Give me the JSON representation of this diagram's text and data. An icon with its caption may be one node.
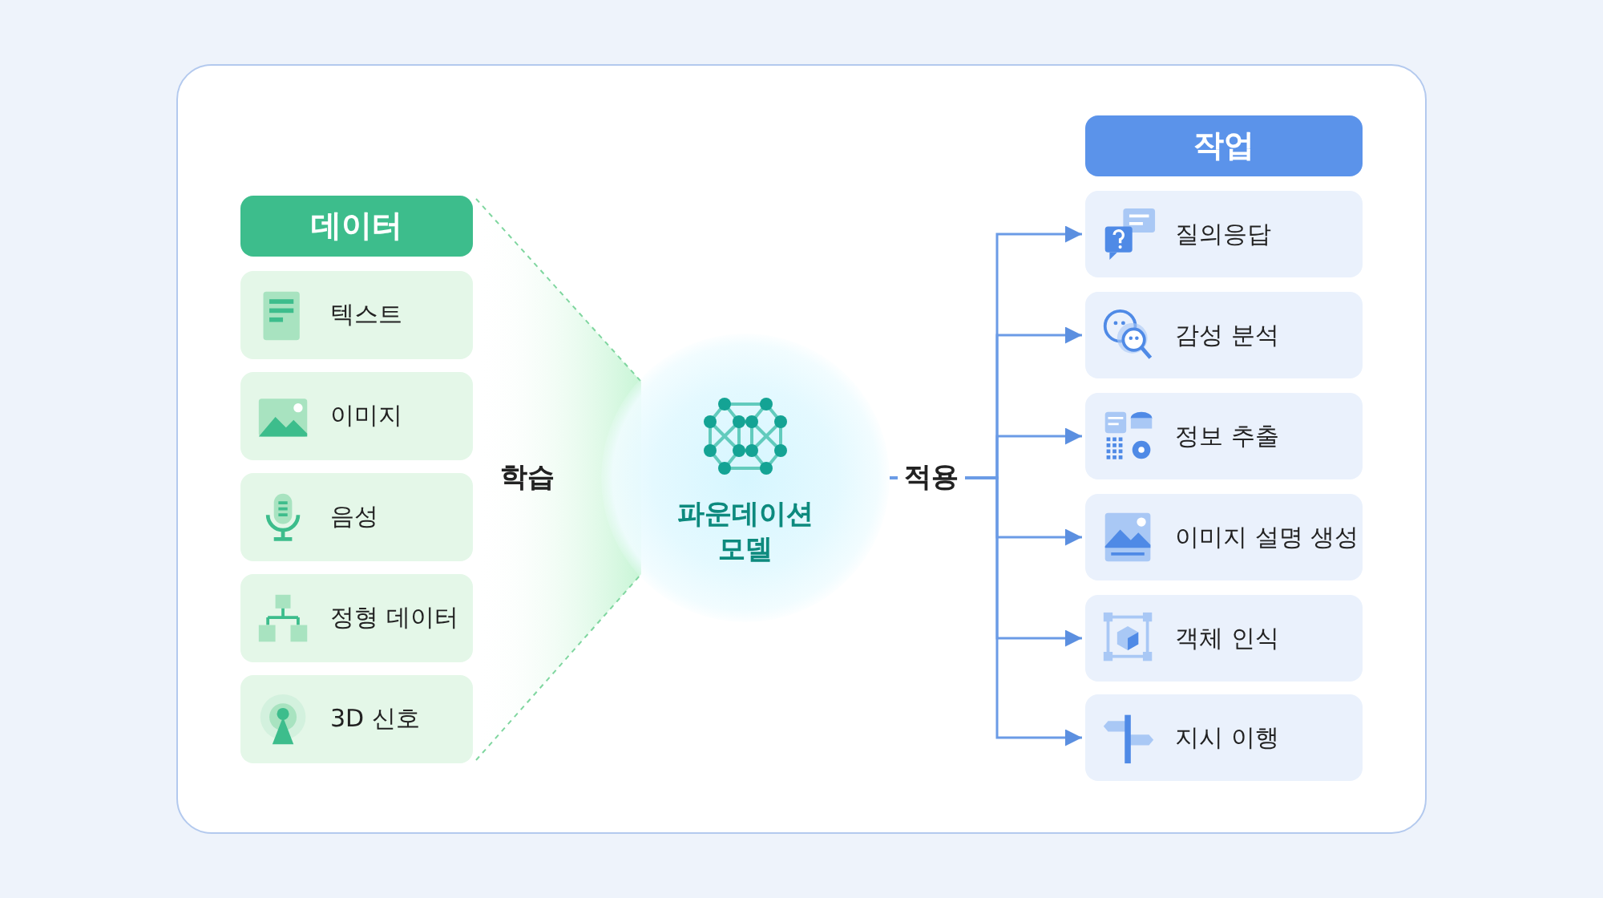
{
  "diagram": {
    "nodes": [
      {
        "text": [
          "데이터"
        ]
      },
      {
        "text": [
          "텍스트"
        ]
      },
      {
        "text": [
          "이미지"
        ]
      },
      {
        "text": [
          "음성"
        ]
      },
      {
        "text": [
          "정형 데이터"
        ]
      },
      {
        "text": [
          "3D 신호"
        ]
      },
      {
        "text": [
          "파운데이션 모델"
        ]
      },
      {
        "text": [
          "작업"
        ]
      },
      {
        "text": [
          "질의응답"
        ]
      },
      {
        "text": [
          "감성 분석"
        ]
      },
      {
        "text": [
          "정보 추출"
        ]
      },
      {
        "text": [
          "이미지 설명 생성"
        ]
      },
      {
        "text": [
          "객체 인식"
        ]
      },
      {
        "text": [
          "지시 이행"
        ]
      }
    ],
    "edges": [
      {
        "from": 6,
        "to": 8,
        "arrow": "to",
        "label": "적용"
      },
      {
        "from": 6,
        "to": 9,
        "arrow": "to"
      },
      {
        "from": 6,
        "to": 10,
        "arrow": "to"
      },
      {
        "from": 6,
        "to": 11,
        "arrow": "to"
      },
      {
        "from": 6,
        "to": 12,
        "arrow": "to"
      },
      {
        "from": 6,
        "to": 13,
        "arrow": "to"
      }
    ],
    "labels": [
      "학습"
    ]
  }
}
